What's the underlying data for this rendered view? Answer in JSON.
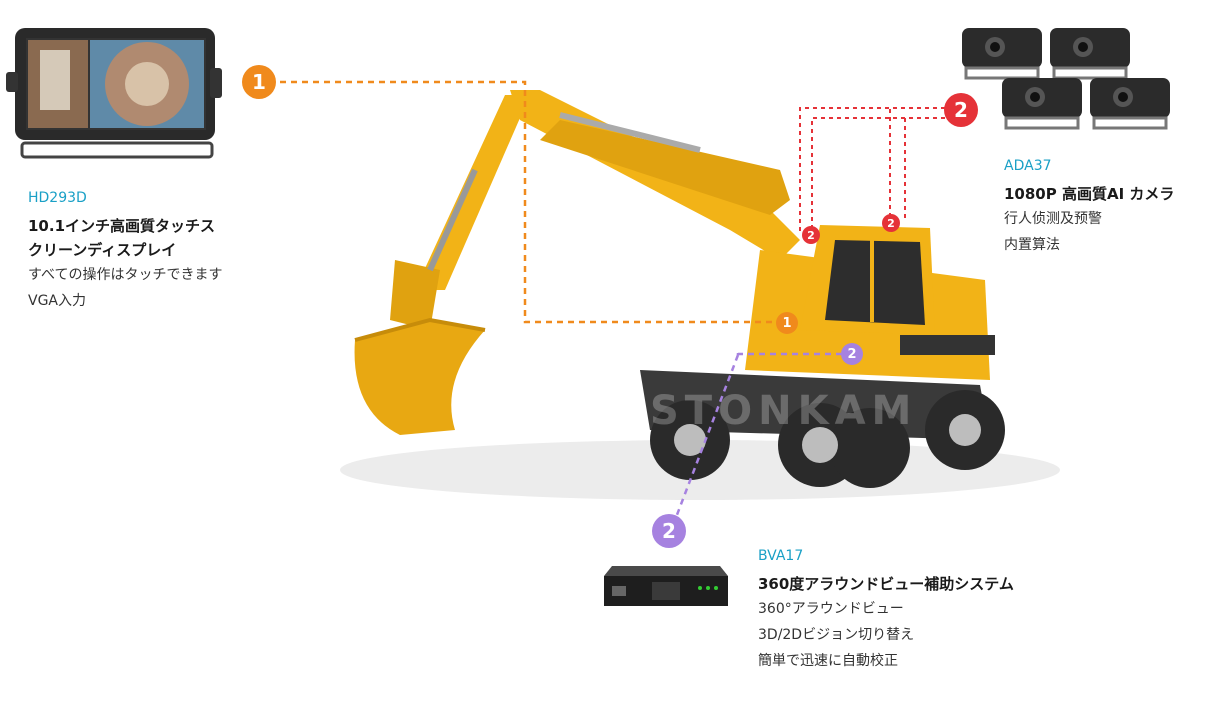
{
  "watermark": "STONKAM",
  "display": {
    "badge": "1",
    "model": "HD293D",
    "title_line1": "10.1インチ高画質タッチス",
    "title_line2": "クリーンディスプレイ",
    "desc1": "すべての操作はタッチできます",
    "desc2": "VGA入力"
  },
  "camera": {
    "badge": "2",
    "model": "ADA37",
    "title": "1080P 高画質AI カメラ",
    "desc1": "行人侦测及预警",
    "desc2": "内置算法"
  },
  "surround": {
    "badge": "2",
    "model": "BVA17",
    "title": "360度アラウンドビュー補助システム",
    "desc1": "360°アラウンドビュー",
    "desc2": "3D/2Dビジョン切り替え",
    "desc3": "簡単で迅速に自動校正"
  },
  "markers": {
    "cab_display": "1",
    "cam_a": "2",
    "cam_b": "2",
    "surround": "2"
  },
  "colors": {
    "orange": "#f08a1c",
    "red": "#e53238",
    "purple": "#a682e0",
    "model": "#1aa0c6",
    "yellow": "#f2b317"
  }
}
